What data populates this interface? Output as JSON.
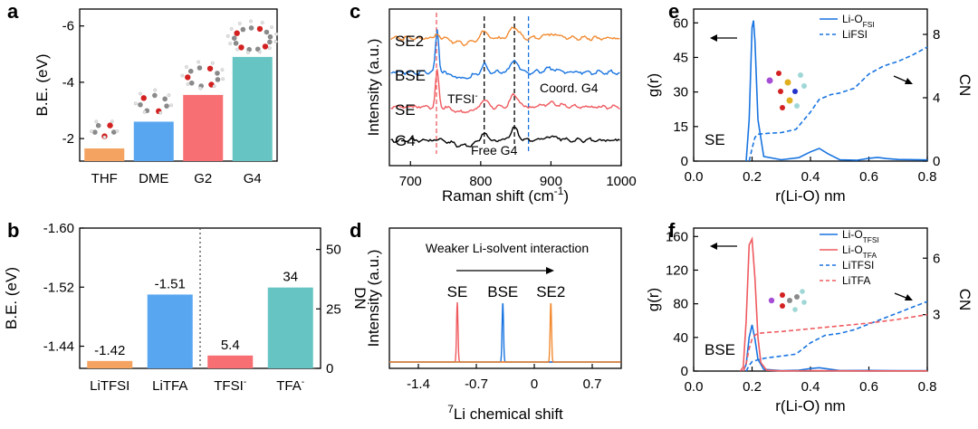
{
  "colors": {
    "orange": "#f4a460",
    "blue": "#1874e0",
    "red": "#ef5a5f",
    "teal": "#5ec0bb",
    "black": "#000000",
    "gray": "#555555"
  },
  "chart_data": [
    {
      "id": "a",
      "panel_label": "a",
      "type": "bar",
      "categories": [
        "THF",
        "DME",
        "G2",
        "G4"
      ],
      "values": [
        -1.65,
        -2.6,
        -3.55,
        -4.9
      ],
      "bar_colors": [
        "#f4a460",
        "#58a6f0",
        "#f76e73",
        "#66c5c2"
      ],
      "ylabel": "B.E. (eV)",
      "ylim": [
        -1.2,
        -6.6
      ],
      "yticks": [
        -2,
        -4,
        -6
      ],
      "ytick_labels": [
        "-2",
        "-4",
        "-6"
      ],
      "molecule_icons": [
        "thf-molecule-icon",
        "dme-molecule-icon",
        "g2-molecule-icon",
        "g4-molecule-icon"
      ]
    },
    {
      "id": "b",
      "panel_label": "b",
      "type": "bar",
      "categories": [
        "LiTFSI",
        "LiTFA",
        "TFSI",
        "TFA"
      ],
      "category_superscripts": [
        "",
        "",
        "-",
        "-"
      ],
      "left_axis": {
        "label": "B.E. (eV)",
        "ylim": [
          -1.41,
          -1.6
        ],
        "ticks": [
          -1.44,
          -1.52,
          -1.6
        ],
        "tick_labels": [
          "-1.44",
          "-1.52",
          "-1.60"
        ]
      },
      "right_axis": {
        "label": "DN",
        "ylim": [
          0,
          59
        ],
        "ticks": [
          0,
          25,
          50
        ],
        "tick_labels": [
          "0",
          "25",
          "50"
        ]
      },
      "series": [
        {
          "axis": "left",
          "categories": [
            "LiTFSI",
            "LiTFA"
          ],
          "values": [
            -1.42,
            -1.51
          ],
          "labels": [
            "-1.42",
            "-1.51"
          ]
        },
        {
          "axis": "right",
          "categories": [
            "TFSI",
            "TFA"
          ],
          "values": [
            5.4,
            34
          ],
          "labels": [
            "5.4",
            "34"
          ]
        }
      ],
      "bar_colors": [
        "#f4a460",
        "#58a6f0",
        "#f76e73",
        "#66c5c2"
      ],
      "divider": "dotted"
    },
    {
      "id": "c",
      "panel_label": "c",
      "type": "line",
      "xlabel": "Raman shift (cm",
      "xlabel_sup": "-1",
      "xlabel_end": ")",
      "ylabel": "Intensity (a.u.)",
      "xlim": [
        670,
        1000
      ],
      "xticks": [
        700,
        800,
        900,
        1000
      ],
      "series": [
        {
          "name": "G4",
          "color": "#000000",
          "offset": 0
        },
        {
          "name": "SE",
          "color": "#ef5a5f",
          "offset": 1
        },
        {
          "name": "BSE",
          "color": "#1874e0",
          "offset": 2
        },
        {
          "name": "SE2",
          "color": "#f28a30",
          "offset": 3
        }
      ],
      "reference_lines": [
        {
          "x": 737,
          "color": "#ef5a5f",
          "label": "TFSI",
          "label_sup": "-"
        },
        {
          "x": 805,
          "color": "#000000",
          "label": ""
        },
        {
          "x": 848,
          "color": "#000000",
          "label": "Free G4"
        },
        {
          "x": 868,
          "color": "#1874e0",
          "label": "Coord. G4"
        }
      ]
    },
    {
      "id": "d",
      "panel_label": "d",
      "type": "line",
      "xlabel_sup": "7",
      "xlabel": "Li chemical shift",
      "ylabel": "Intensity (a.u.)",
      "xlim": [
        -1.75,
        1.05
      ],
      "xticks": [
        -1.4,
        -0.7,
        0,
        0.7
      ],
      "xtick_labels": [
        "-1.4",
        "-0.7",
        "0",
        "0.7"
      ],
      "series": [
        {
          "name": "SE",
          "color": "#ef5a5f",
          "peak": -0.93
        },
        {
          "name": "BSE",
          "color": "#1874e0",
          "peak": -0.38
        },
        {
          "name": "SE2",
          "color": "#f28a30",
          "peak": 0.2
        }
      ],
      "annotation": "Weaker Li-solvent interaction"
    },
    {
      "id": "e",
      "panel_label": "e",
      "type": "line",
      "xlabel": "r(Li-O) nm",
      "ylabel": "g(r)",
      "ylabel_right": "CN",
      "xlim": [
        0,
        0.8
      ],
      "ylim": [
        0,
        66
      ],
      "ylim_right": [
        0,
        9.6
      ],
      "xticks": [
        0,
        0.2,
        0.4,
        0.6,
        0.8
      ],
      "xtick_labels": [
        "0.0",
        "0.2",
        "0.4",
        "0.6",
        "0.8"
      ],
      "yticks": [
        0,
        15,
        30,
        45,
        60
      ],
      "yticks_right": [
        0,
        4,
        8
      ],
      "series": [
        {
          "name": "Li-O",
          "name_sub": "FSI",
          "style": "solid",
          "color": "#1874e0",
          "axis": "left",
          "x": [
            0.18,
            0.19,
            0.2,
            0.205,
            0.21,
            0.22,
            0.24,
            0.3,
            0.36,
            0.4,
            0.43,
            0.46,
            0.5,
            0.56,
            0.6,
            0.63,
            0.66,
            0.7,
            0.8
          ],
          "y": [
            0,
            18,
            58,
            61,
            52,
            18,
            2,
            0.6,
            1.5,
            4,
            5.5,
            3.2,
            0.6,
            0.4,
            1.2,
            1.6,
            1.1,
            0.7,
            0.5
          ]
        },
        {
          "name": "LiFSI",
          "style": "dashed",
          "color": "#1874e0",
          "axis": "right",
          "x": [
            0.19,
            0.2,
            0.21,
            0.22,
            0.25,
            0.3,
            0.35,
            0.4,
            0.43,
            0.47,
            0.5,
            0.55,
            0.6,
            0.65,
            0.7,
            0.75,
            0.8
          ],
          "y": [
            0,
            0.8,
            1.5,
            1.7,
            1.75,
            1.8,
            2.0,
            3.1,
            3.9,
            4.2,
            4.3,
            4.6,
            5.5,
            6.0,
            6.3,
            6.7,
            7.2
          ]
        }
      ],
      "annotation": "SE"
    },
    {
      "id": "f",
      "panel_label": "f",
      "type": "line",
      "xlabel": "r(Li-O) nm",
      "ylabel": "g(r)",
      "ylabel_right": "CN",
      "xlim": [
        0,
        0.8
      ],
      "ylim": [
        0,
        170
      ],
      "ylim_right": [
        0,
        7.6
      ],
      "xticks": [
        0,
        0.2,
        0.4,
        0.6,
        0.8
      ],
      "xtick_labels": [
        "0.0",
        "0.2",
        "0.4",
        "0.6",
        "0.8"
      ],
      "yticks": [
        0,
        40,
        80,
        120,
        160
      ],
      "yticks_right": [
        3,
        6
      ],
      "series": [
        {
          "name": "Li-O",
          "name_sub": "TFSI",
          "style": "solid",
          "color": "#1874e0",
          "axis": "left",
          "x": [
            0.17,
            0.18,
            0.19,
            0.2,
            0.21,
            0.22,
            0.24,
            0.3,
            0.36,
            0.4,
            0.43,
            0.46,
            0.5,
            0.6,
            0.7,
            0.8
          ],
          "y": [
            0,
            8,
            40,
            55,
            38,
            14,
            2,
            0.5,
            1,
            3,
            4,
            2.5,
            0.6,
            0.8,
            0.5,
            0.5
          ]
        },
        {
          "name": "Li-O",
          "name_sub": "TFA",
          "style": "solid",
          "color": "#ef5a5f",
          "axis": "left",
          "x": [
            0.16,
            0.17,
            0.18,
            0.19,
            0.2,
            0.21,
            0.22,
            0.23,
            0.25,
            0.3,
            0.4,
            0.5,
            0.6,
            0.7,
            0.8
          ],
          "y": [
            0,
            5,
            60,
            150,
            157,
            110,
            40,
            10,
            1,
            0.2,
            0.4,
            0.3,
            0.2,
            0.2,
            0.2
          ]
        },
        {
          "name": "LiTFSI",
          "style": "dashed",
          "color": "#1874e0",
          "axis": "right",
          "x": [
            0.18,
            0.19,
            0.2,
            0.22,
            0.25,
            0.3,
            0.35,
            0.4,
            0.45,
            0.5,
            0.55,
            0.6,
            0.65,
            0.7,
            0.75,
            0.8
          ],
          "y": [
            0,
            0.3,
            0.5,
            0.6,
            0.7,
            0.8,
            0.9,
            1.5,
            1.9,
            2.0,
            2.2,
            2.5,
            2.8,
            3.1,
            3.4,
            3.7
          ]
        },
        {
          "name": "LiTFA",
          "style": "dashed",
          "color": "#ef5a5f",
          "axis": "right",
          "x": [
            0.17,
            0.18,
            0.19,
            0.2,
            0.21,
            0.22,
            0.25,
            0.3,
            0.4,
            0.5,
            0.6,
            0.7,
            0.8
          ],
          "y": [
            0,
            0.4,
            1.2,
            1.7,
            1.9,
            2.0,
            2.05,
            2.1,
            2.25,
            2.4,
            2.55,
            2.75,
            3.0
          ]
        }
      ],
      "annotation": "BSE"
    }
  ]
}
